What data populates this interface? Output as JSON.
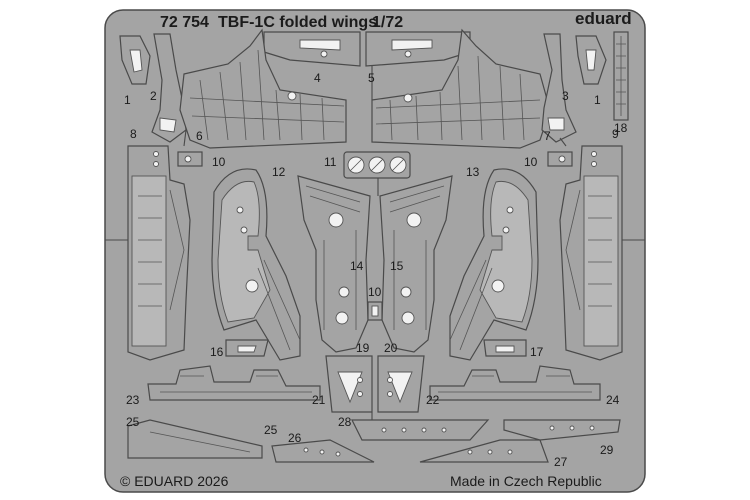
{
  "sheet": {
    "code": "72 754",
    "title": "TBF-1C folded wings",
    "scale": "1/72",
    "brand": "eduard",
    "copyright": "© EDUARD 2026",
    "origin": "Made in Czech Republic"
  },
  "part_numbers": [
    "1",
    "2",
    "4",
    "5",
    "3",
    "1",
    "18",
    "8",
    "6",
    "7",
    "9",
    "10",
    "11",
    "10",
    "12",
    "13",
    "14",
    "15",
    "10",
    "16",
    "19",
    "20",
    "17",
    "23",
    "21",
    "22",
    "24",
    "25",
    "25",
    "28",
    "26",
    "27",
    "29"
  ],
  "colors": {
    "fret": "#a4a4a4",
    "background": "#ffffff",
    "outline": "#4a4a4a"
  }
}
